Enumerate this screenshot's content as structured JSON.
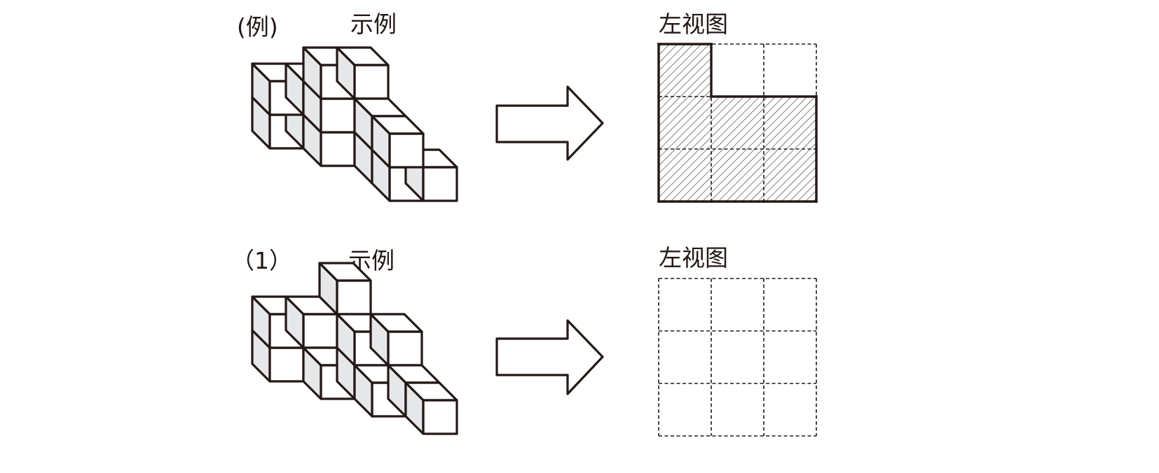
{
  "rows": [
    {
      "id": "example",
      "row_label": "(例)",
      "model_label": "示例",
      "view_label": "左视图",
      "grid": {
        "rows": 3,
        "cols": 3,
        "cells": [
          [
            1,
            0,
            0
          ],
          [
            1,
            1,
            1
          ],
          [
            1,
            1,
            1
          ]
        ]
      }
    },
    {
      "id": "problem-1",
      "row_label": "（1）",
      "model_label": "示例",
      "view_label": "左视图",
      "grid": {
        "rows": 3,
        "cols": 3,
        "cells": [
          [
            0,
            0,
            0
          ],
          [
            0,
            0,
            0
          ],
          [
            0,
            0,
            0
          ]
        ]
      }
    }
  ],
  "colors": {
    "ink": "#231815",
    "cube_side": "#e6e7e8",
    "background": "#ffffff"
  }
}
